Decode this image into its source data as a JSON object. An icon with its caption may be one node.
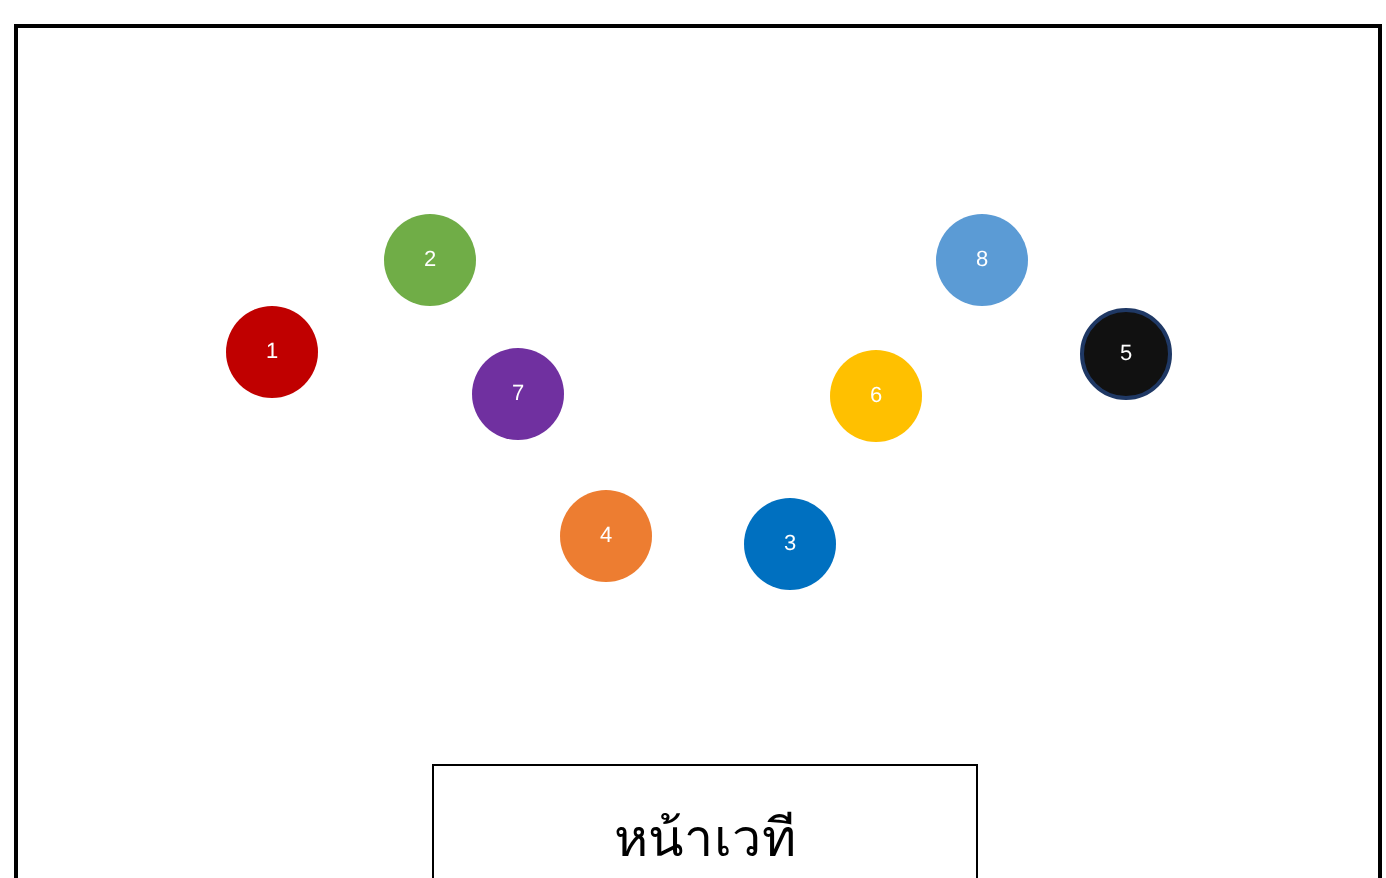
{
  "diagram": {
    "nodes": [
      {
        "text": [
          "2"
        ]
      },
      {
        "text": [
          "8"
        ]
      },
      {
        "text": [
          "1"
        ]
      },
      {
        "text": [
          "5"
        ]
      },
      {
        "text": [
          "7"
        ]
      },
      {
        "text": [
          "6"
        ]
      },
      {
        "text": [
          "4"
        ]
      },
      {
        "text": [
          "3"
        ]
      },
      {
        "text": [
          "หน้าเวที"
        ]
      }
    ]
  }
}
